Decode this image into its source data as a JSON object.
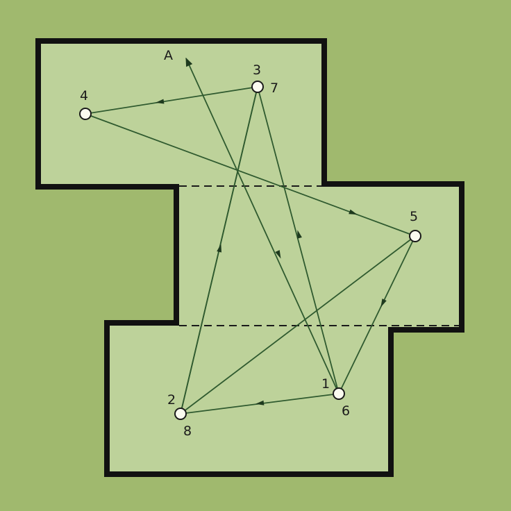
{
  "colors": {
    "background": "#a0b96e",
    "floor": "#bdd29a",
    "wall": "#111111",
    "path": "#2f5a2f",
    "node_fill": "#fbfbf0"
  },
  "labels": {
    "a": "A",
    "p1": "1",
    "p2": "2",
    "p3": "3",
    "p4": "4",
    "p5": "5",
    "p6": "6",
    "p7": "7",
    "p8": "8"
  }
}
